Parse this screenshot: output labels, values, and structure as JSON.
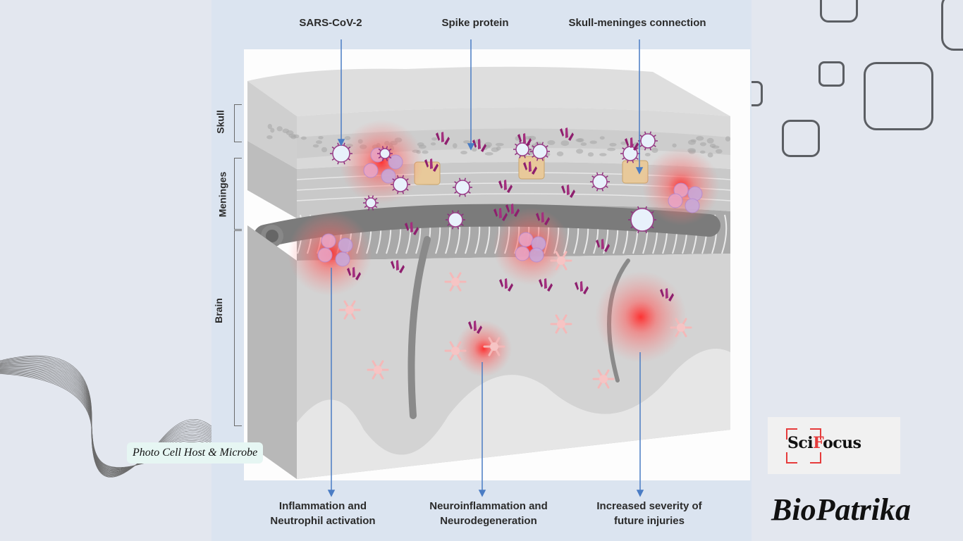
{
  "figure": {
    "top_labels": [
      "SARS-CoV-2",
      "Spike protein",
      "Skull-meninges connection"
    ],
    "side_labels": [
      "Skull",
      "Meninges",
      "Brain"
    ],
    "bottom_labels": [
      {
        "line1": "Inflammation and",
        "line2": "Neutrophil activation"
      },
      {
        "line1": "Neuroinflammation and",
        "line2": "Neurodegeneration"
      },
      {
        "line1": "Increased severity of",
        "line2": "future injuries"
      }
    ],
    "arrow_color": "#4a7cc4"
  },
  "credit": "Photo Cell Host & Microbe",
  "branding": {
    "scifocus_part1": "Sci",
    "scifocus_part2": "F",
    "scifocus_part3": "ocus",
    "biopatrika": "BioPatrika",
    "accent_color": "#e63b3b"
  },
  "colors": {
    "background": "#e3e7ef",
    "panel": "#dbe4f0",
    "inflammation": "#ff3b3b",
    "spike": "#8e1f6e"
  }
}
